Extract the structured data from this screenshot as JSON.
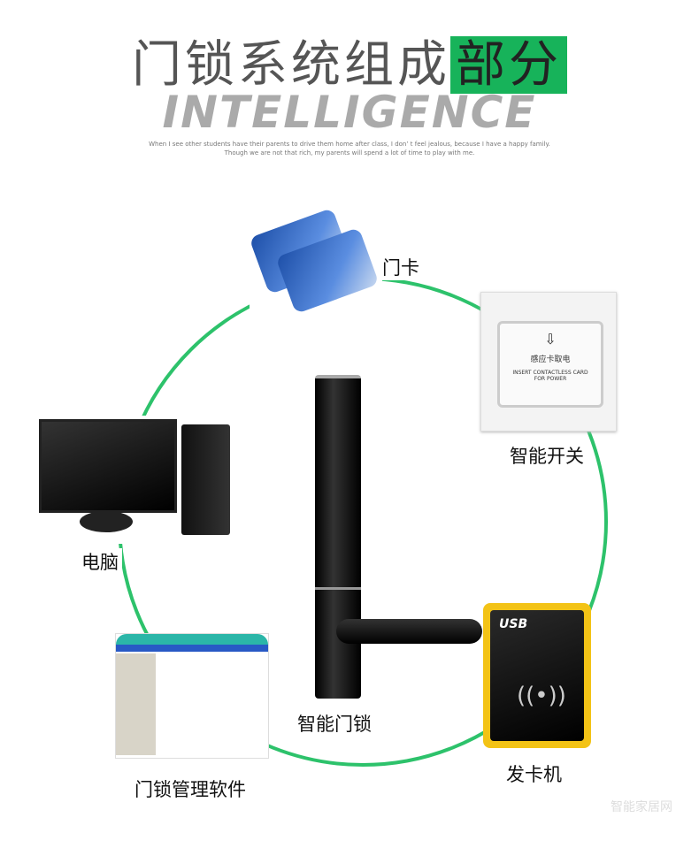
{
  "header": {
    "title_main": "门锁系统组成",
    "title_highlight": "部分",
    "subtitle": "INTELLIGENCE",
    "quote_line1": "When I see other students have their parents to drive them home after class, I don’ t feel jealous, because I have a happy family.",
    "quote_line2": "Though we are not that rich, my parents will spend a lot of time to play with me."
  },
  "colors": {
    "accent": "#17b35a",
    "ring": "#2dc26b",
    "reader_frame": "#f3c316"
  },
  "components": {
    "card": "门卡",
    "switch": "智能开关",
    "switch_text1": "感应卡取电",
    "switch_text2": "INSERT CONTACTLESS CARD",
    "switch_text3": "FOR POWER",
    "computer": "电脑",
    "lock": "智能门锁",
    "software": "门锁管理软件",
    "encoder": "发卡机",
    "encoder_brand": "USB"
  },
  "watermark": "智能家居网"
}
